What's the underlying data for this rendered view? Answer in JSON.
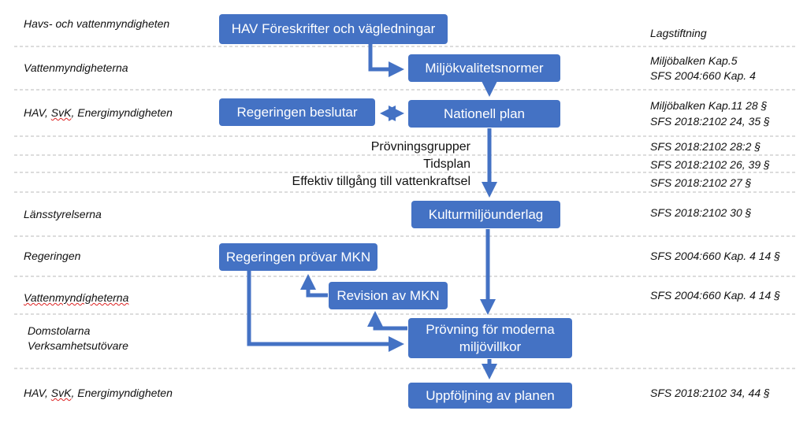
{
  "actors": {
    "row1": "Havs- och vattenmyndigheten",
    "row2": "Vattenmyndigheterna",
    "row3_a": "HAV, ",
    "row3_b": "SvK",
    "row3_c": ", Energimyndigheten",
    "row5": "Länsstyrelserna",
    "row6": "Regeringen",
    "row7": "Vattenmyndígheterna",
    "row8_line1": "Domstolarna",
    "row8_line2": "Verksamhetsutövare",
    "row9_a": "HAV, ",
    "row9_b": "SvK",
    "row9_c": ", Energimyndigheten"
  },
  "legal": {
    "row1": "Lagstiftning",
    "row2_line1": "Miljöbalken Kap.5",
    "row2_line2": "SFS 2004:660 Kap. 4",
    "row3_line1": "Miljöbalken Kap.11  28 §",
    "row3_line2": "SFS 2018:2102 24, 35 §",
    "row4a": "SFS 2018:2102 28:2 §",
    "row4b": "SFS 2018:2102 26, 39 §",
    "row4c": "SFS 2018:2102 27 §",
    "row5": "SFS 2018:2102 30 §",
    "row6": "SFS 2004:660 Kap. 4  14 §",
    "row7": "SFS 2004:660 Kap. 4  14 §",
    "row9": "SFS 2018:2102 34, 44 §"
  },
  "sub_items": {
    "item1": "Prövningsgrupper",
    "item2": "Tidsplan",
    "item3": "Effektiv tillgång till vattenkraftsel"
  },
  "boxes": {
    "hav_foreskrifter": "HAV Föreskrifter och vägledningar",
    "miljokvalitetsnormer": "Miljökvalitetsnormer",
    "regeringen_beslutar": "Regeringen beslutar",
    "nationell_plan": "Nationell plan",
    "kulturmiljounderlag": "Kulturmiljöunderlag",
    "regeringen_provar": "Regeringen prövar MKN",
    "revision": "Revision av MKN",
    "provning_line1": "Prövning för moderna",
    "provning_line2": "miljövillkor",
    "uppfoljning": "Uppföljning av planen"
  },
  "colors": {
    "box_fill": "#4472c4",
    "box_text": "#ffffff",
    "arrow": "#4472c4",
    "separator": "#b8b8b8"
  }
}
